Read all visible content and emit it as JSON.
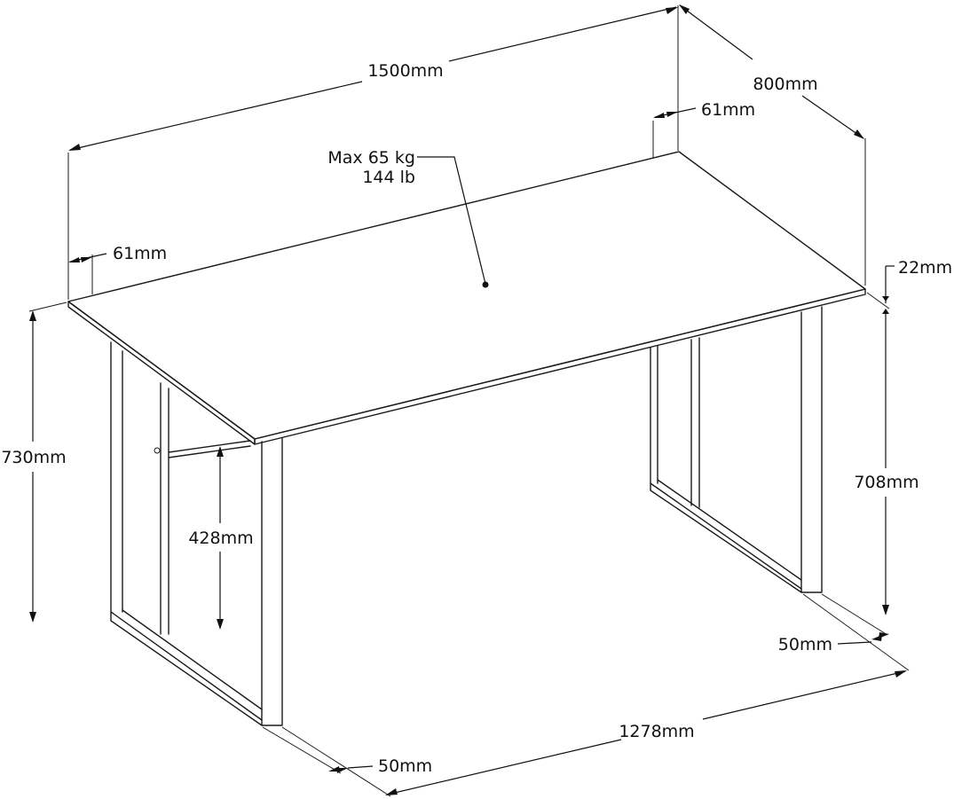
{
  "labels": {
    "width": "1500mm",
    "depth": "800mm",
    "inset_back": "61mm",
    "inset_front": "61mm",
    "load_kg": "Max 65 kg",
    "load_lb": "144 lb",
    "top_thickness": "22mm",
    "total_height": "730mm",
    "leg_height": "708mm",
    "clearance": "428mm",
    "leg_width_right": "50mm",
    "leg_width_left": "50mm",
    "leg_span": "1278mm"
  }
}
